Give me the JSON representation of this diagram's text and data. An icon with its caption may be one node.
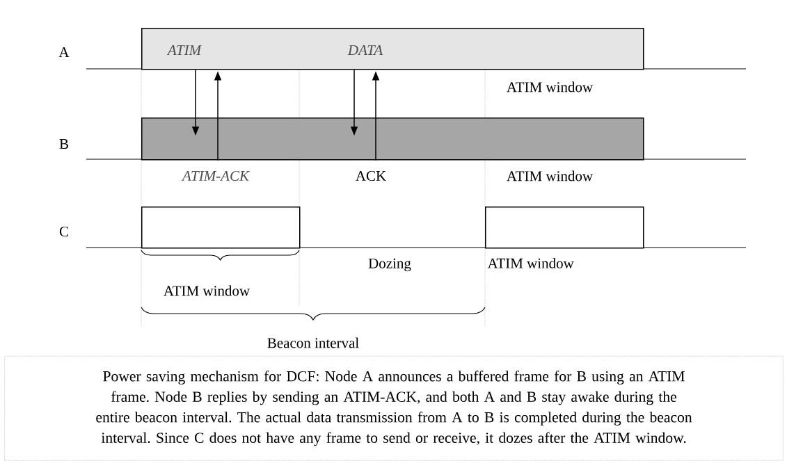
{
  "diagram": {
    "caption": "Power saving mechanism for DCF: Node A announces a buffered frame for B using an ATIM frame. Node B replies by sending an ATIM-ACK, and both A and B stay awake during the entire beacon interval. The actual data transmission from A to B is completed during the beacon interval. Since C does not have any frame to send or receive, it dozes after the ATIM  window.",
    "nodes": [
      {
        "text": [
          "ATIM",
          "DATA"
        ]
      },
      {
        "text": [],
        "shape": "box"
      },
      {
        "text": [],
        "shape": "box"
      },
      {
        "text": [],
        "shape": "box",
        "beside": [
          "ATIM window"
        ]
      }
    ],
    "edges": [
      {
        "from": 0,
        "to": 1,
        "arrow": "to"
      },
      {
        "from": 1,
        "to": 0,
        "arrow": "to"
      },
      {
        "from": 0,
        "to": 1,
        "arrow": "to"
      },
      {
        "from": 1,
        "to": 0,
        "arrow": "to"
      }
    ],
    "labels": [
      "A",
      "ATIM window",
      "B",
      "ATIM-ACK",
      "ACK",
      "ATIM window",
      "C",
      "Dozing",
      "ATIM window",
      "Beacon interval"
    ]
  }
}
